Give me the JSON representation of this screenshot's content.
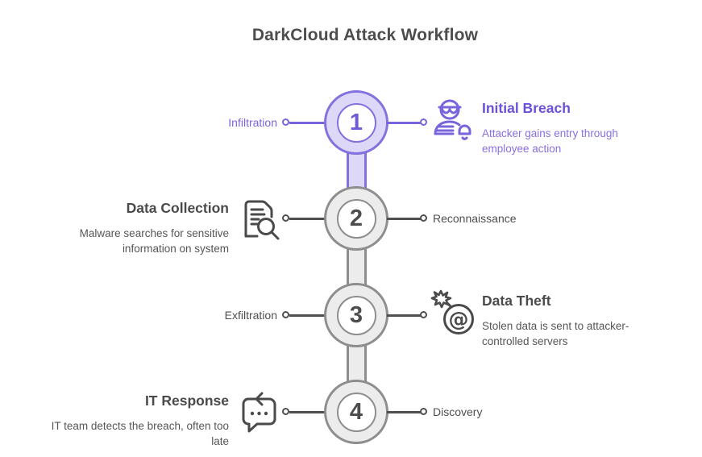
{
  "title": "DarkCloud Attack Workflow",
  "colors": {
    "purple_stroke": "#7a64db",
    "purple_fill": "#ded8f8",
    "purple_title": "#6c50d8",
    "purple_desc": "#8a6fe2",
    "gray_stroke": "#8e8e8e",
    "gray_fill": "#ececec",
    "dark_text": "#4a4a4a",
    "line_gray": "#4f4f4f"
  },
  "steps": [
    {
      "number": "1",
      "side_label": "Infiltration",
      "title": "Initial Breach",
      "description": "Attacker gains entry through employee action",
      "icon": "spy-bell-icon",
      "detail_side": "right",
      "theme": "purple"
    },
    {
      "number": "2",
      "side_label": "Reconnaissance",
      "title": "Data Collection",
      "description": "Malware searches for sensitive information on system",
      "icon": "document-search-icon",
      "detail_side": "left",
      "theme": "gray"
    },
    {
      "number": "3",
      "side_label": "Exfiltration",
      "title": "Data Theft",
      "description": "Stolen data is sent to attacker-controlled servers",
      "icon": "mail-bomb-icon",
      "detail_side": "right",
      "theme": "gray"
    },
    {
      "number": "4",
      "side_label": "Discovery",
      "title": "IT Response",
      "description": "IT team detects the breach, often too late",
      "icon": "chat-reply-icon",
      "detail_side": "left",
      "theme": "gray"
    }
  ]
}
